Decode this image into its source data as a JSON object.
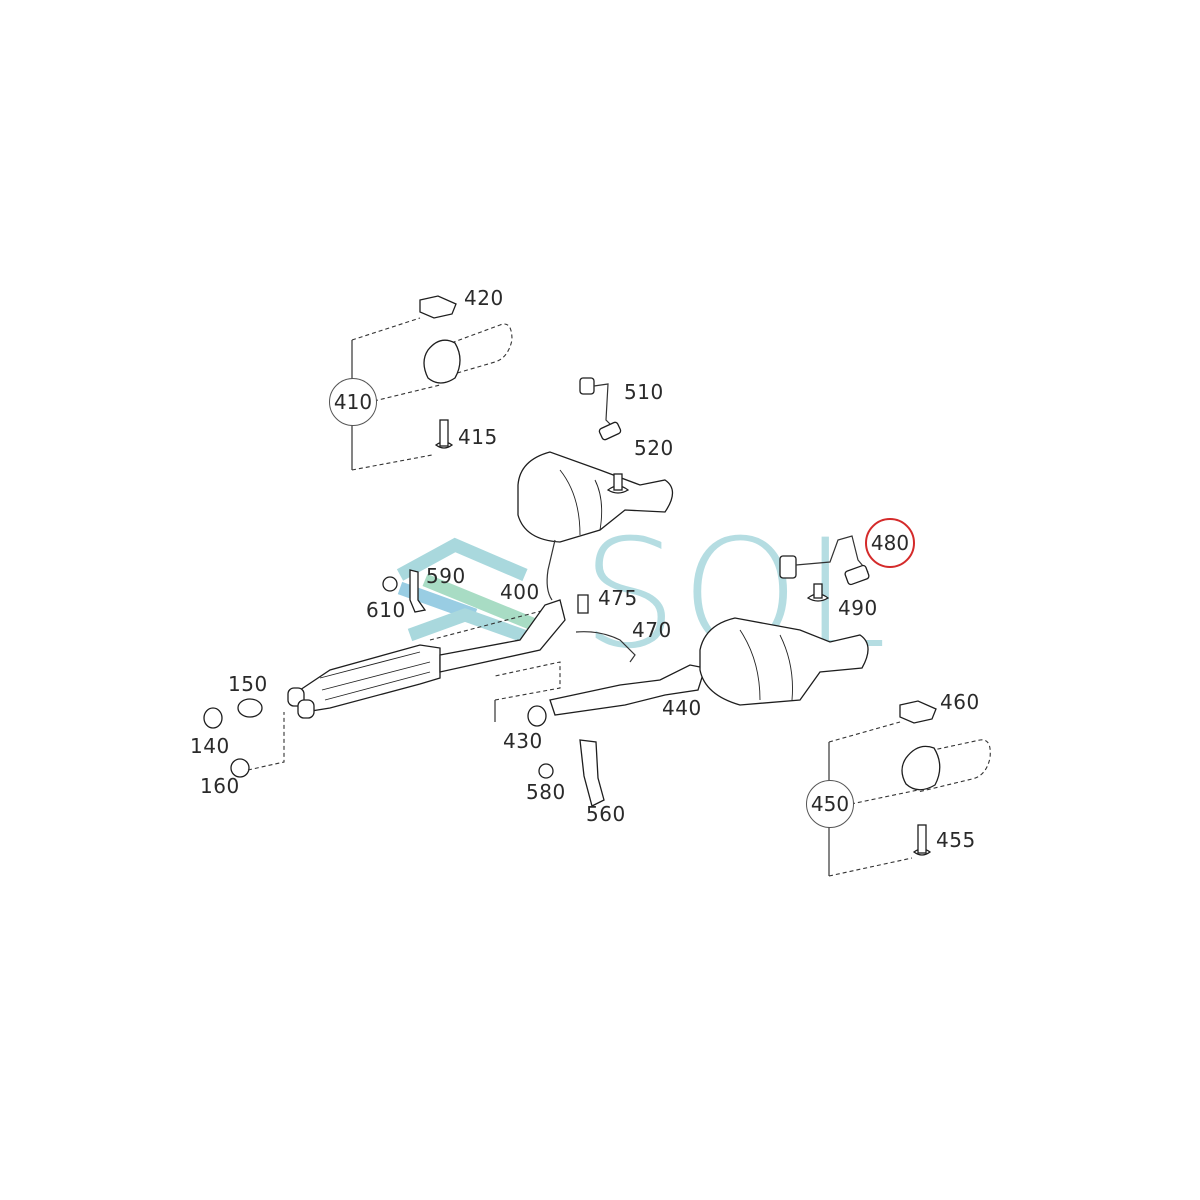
{
  "diagram": {
    "type": "exploded-parts-diagram",
    "subject": "exhaust system",
    "highlighted_part": "480",
    "highlight_color": "#d42a2a",
    "watermark": {
      "text": "SOL",
      "color": "#a9d8dd"
    },
    "callout_groups": [
      {
        "id": "410",
        "items": [
          "420",
          "415"
        ]
      },
      {
        "id": "450",
        "items": [
          "460",
          "455"
        ]
      }
    ],
    "labels": {
      "l420": "420",
      "l410": "410",
      "l415": "415",
      "l510": "510",
      "l520": "520",
      "l480": "480",
      "l490": "490",
      "l590": "590",
      "l610": "610",
      "l400": "400",
      "l475": "475",
      "l470": "470",
      "l150": "150",
      "l140": "140",
      "l160": "160",
      "l430": "430",
      "l440": "440",
      "l580": "580",
      "l560": "560",
      "l460": "460",
      "l450": "450",
      "l455": "455"
    }
  }
}
